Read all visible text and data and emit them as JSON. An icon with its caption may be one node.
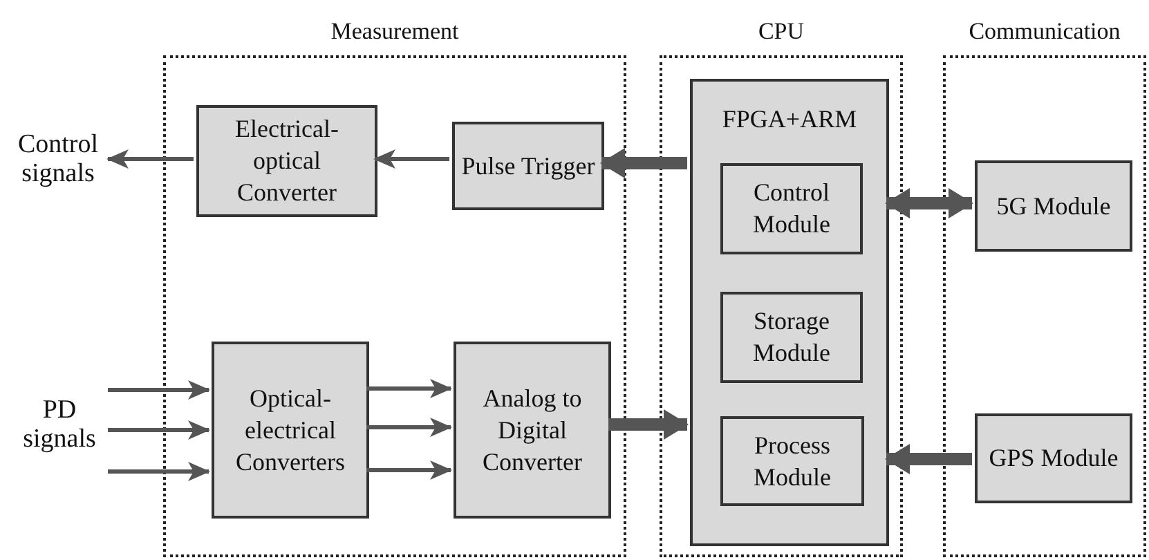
{
  "diagram": {
    "nodes": [
      {
        "text": [
          "Measurement"
        ]
      },
      {
        "text": [
          "CPU"
        ]
      },
      {
        "text": [
          "Communication"
        ]
      },
      {
        "text": [
          "Electrical- optical Converter"
        ],
        "in": 0
      },
      {
        "text": [
          "Pulse Trigger"
        ],
        "in": 0
      },
      {
        "text": [
          "Optical- electrical Converters"
        ],
        "in": 0
      },
      {
        "text": [
          "Analog to Digital Converter"
        ],
        "in": 0
      },
      {
        "text": [
          "FPGA+ARM"
        ],
        "in": 1
      },
      {
        "text": [
          "Control Module"
        ],
        "in": 7
      },
      {
        "text": [
          "Storage Module"
        ],
        "in": 7
      },
      {
        "text": [
          "Process Module"
        ],
        "in": 7
      },
      {
        "text": [
          "5G Module"
        ],
        "in": 2
      },
      {
        "text": [
          "GPS Module"
        ],
        "in": 2
      },
      {
        "text": [
          "Control signals"
        ]
      },
      {
        "text": [
          "PD signals"
        ]
      }
    ],
    "edges": [
      {
        "from": 4,
        "to": 3,
        "arrow": "to"
      },
      {
        "from": 3,
        "to": 13,
        "arrow": "to"
      },
      {
        "from": 7,
        "to": 4,
        "arrow": "to",
        "style": "thick"
      },
      {
        "from": 14,
        "to": 5,
        "arrow": "to"
      },
      {
        "from": 14,
        "to": 5,
        "arrow": "to"
      },
      {
        "from": 14,
        "to": 5,
        "arrow": "to"
      },
      {
        "from": 5,
        "to": 6,
        "arrow": "to"
      },
      {
        "from": 5,
        "to": 6,
        "arrow": "to"
      },
      {
        "from": 5,
        "to": 6,
        "arrow": "to"
      },
      {
        "from": 6,
        "to": 7,
        "arrow": "to",
        "style": "thick"
      },
      {
        "from": 7,
        "to": 11,
        "arrow": "both",
        "style": "thick"
      },
      {
        "from": 12,
        "to": 7,
        "arrow": "to",
        "style": "thick"
      }
    ]
  }
}
